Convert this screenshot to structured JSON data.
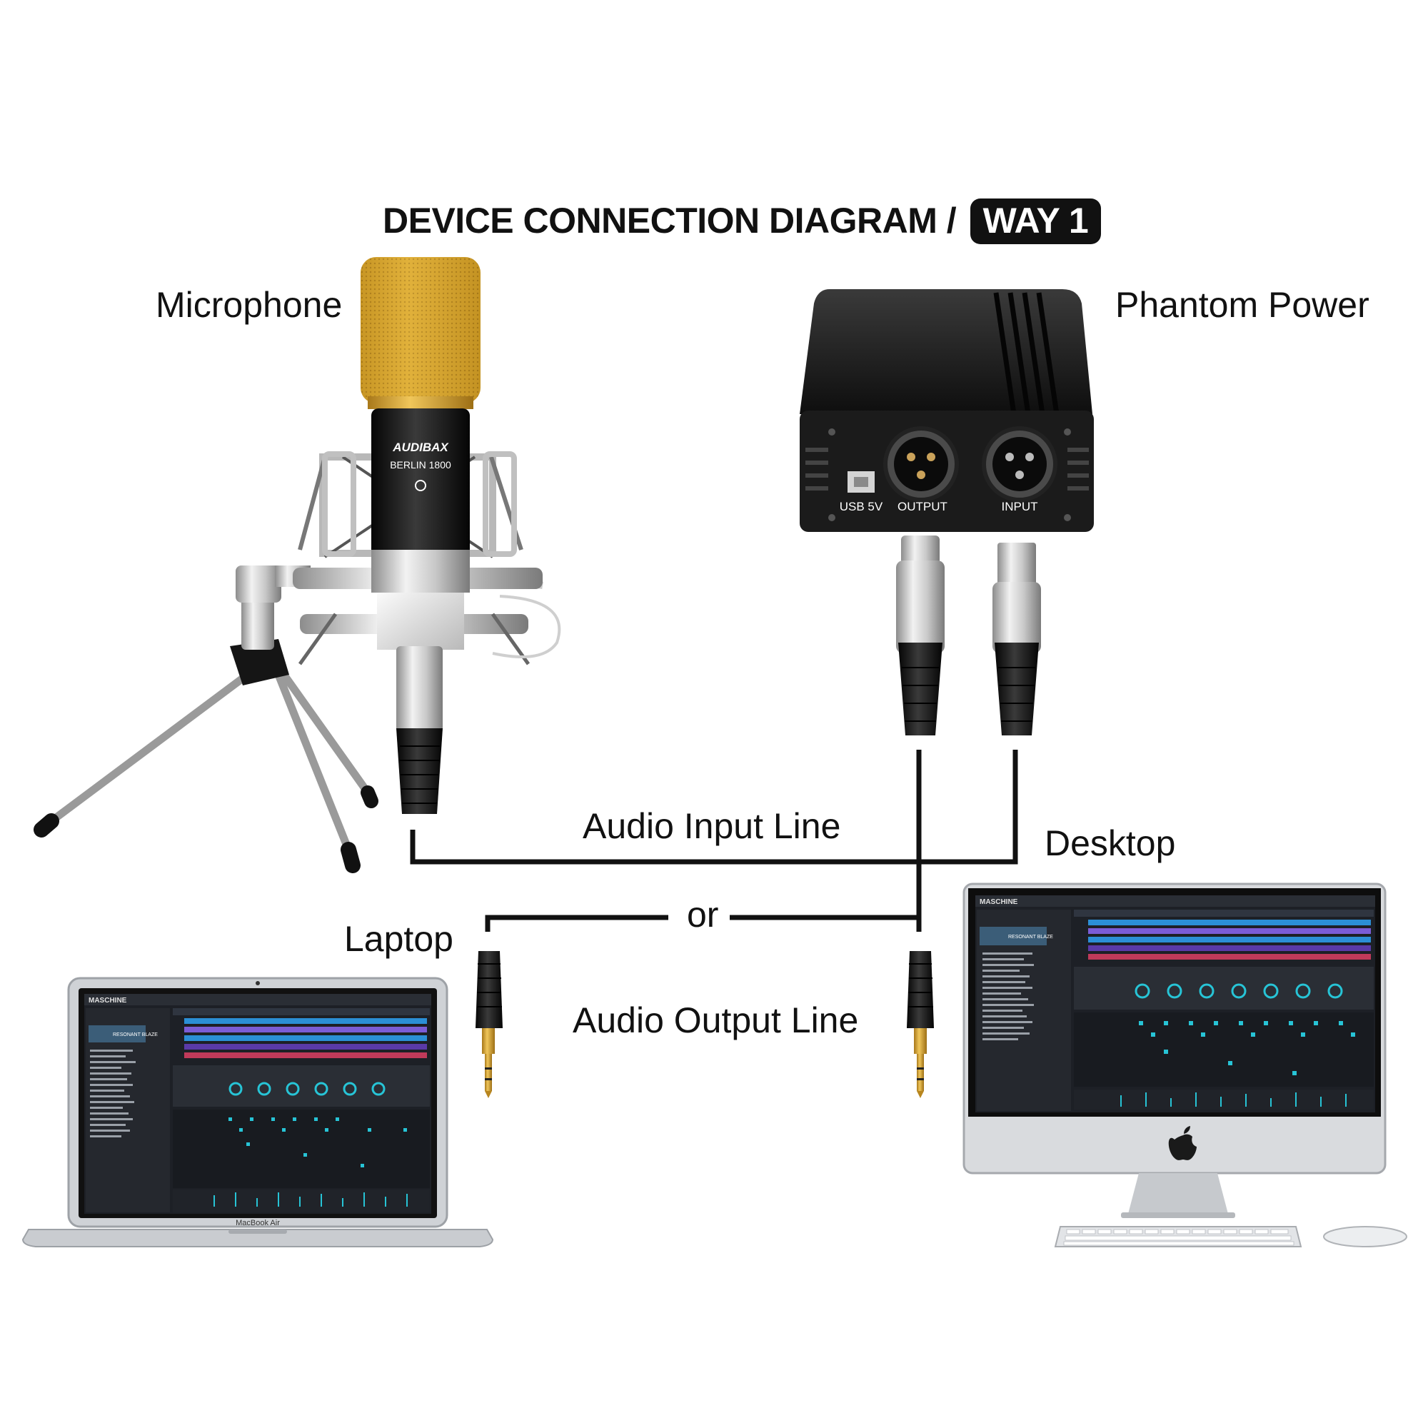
{
  "title": {
    "main": "DEVICE CONNECTION DIAGRAM /",
    "badge": "WAY 1"
  },
  "labels": {
    "microphone": "Microphone",
    "phantom_power": "Phantom Power",
    "audio_input_line": "Audio Input Line",
    "or": "or",
    "laptop": "Laptop",
    "desktop": "Desktop",
    "audio_output_line": "Audio Output Line"
  },
  "microphone": {
    "brand": "AUDIBAX",
    "model": "BERLIN 1800"
  },
  "phantom_box": {
    "usb": "USB 5V",
    "output": "OUTPUT",
    "input": "INPUT"
  },
  "software": {
    "app": "MASCHINE",
    "preset": "RESONANT BLAZE"
  },
  "laptop": {
    "model": "MacBook Air"
  },
  "colors": {
    "mic_gold": "#d9a62a",
    "box_black": "#1b1b1b",
    "screen_dark": "#1d2026",
    "accent_cyan": "#27c4d6",
    "wire": "#111111"
  }
}
